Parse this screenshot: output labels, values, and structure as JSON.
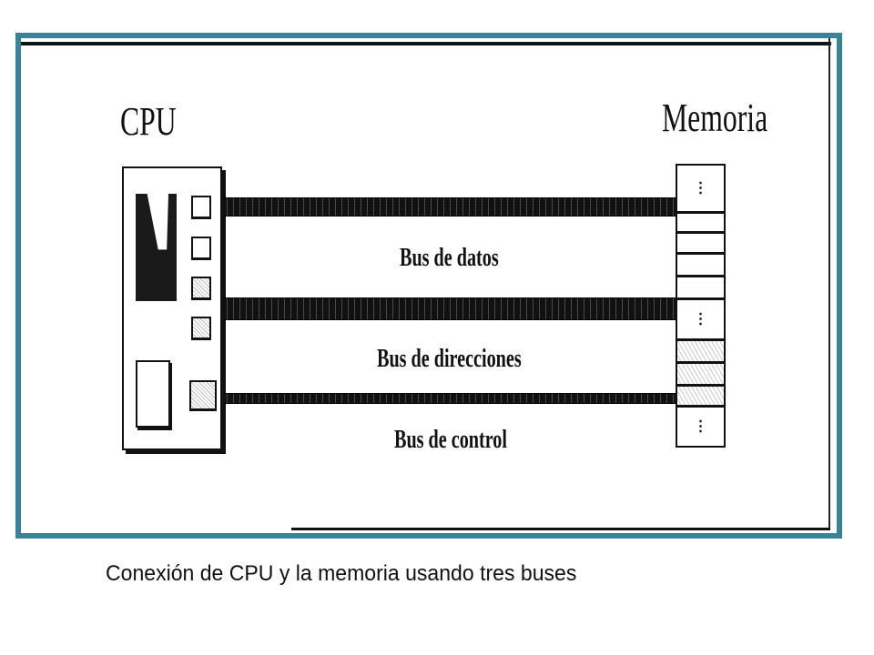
{
  "diagram": {
    "cpu_label": "CPU",
    "memory_label": "Memoria",
    "buses": [
      {
        "label": "Bus de datos"
      },
      {
        "label": "Bus de direcciones"
      },
      {
        "label": "Bus de control"
      }
    ],
    "memory_cells": [
      {
        "type": "ellipsis",
        "text": "⋮"
      },
      {
        "type": "blank",
        "text": ""
      },
      {
        "type": "blank",
        "text": ""
      },
      {
        "type": "blank",
        "text": ""
      },
      {
        "type": "blank",
        "text": ""
      },
      {
        "type": "ellipsis",
        "text": "⋮"
      },
      {
        "type": "shaded",
        "text": ""
      },
      {
        "type": "shaded",
        "text": ""
      },
      {
        "type": "shaded",
        "text": ""
      },
      {
        "type": "ellipsis",
        "text": "⋮"
      }
    ],
    "colors": {
      "frame_border": "#3a8296",
      "ink": "#111111"
    }
  },
  "caption": "Conexión de CPU y la memoria usando tres buses"
}
